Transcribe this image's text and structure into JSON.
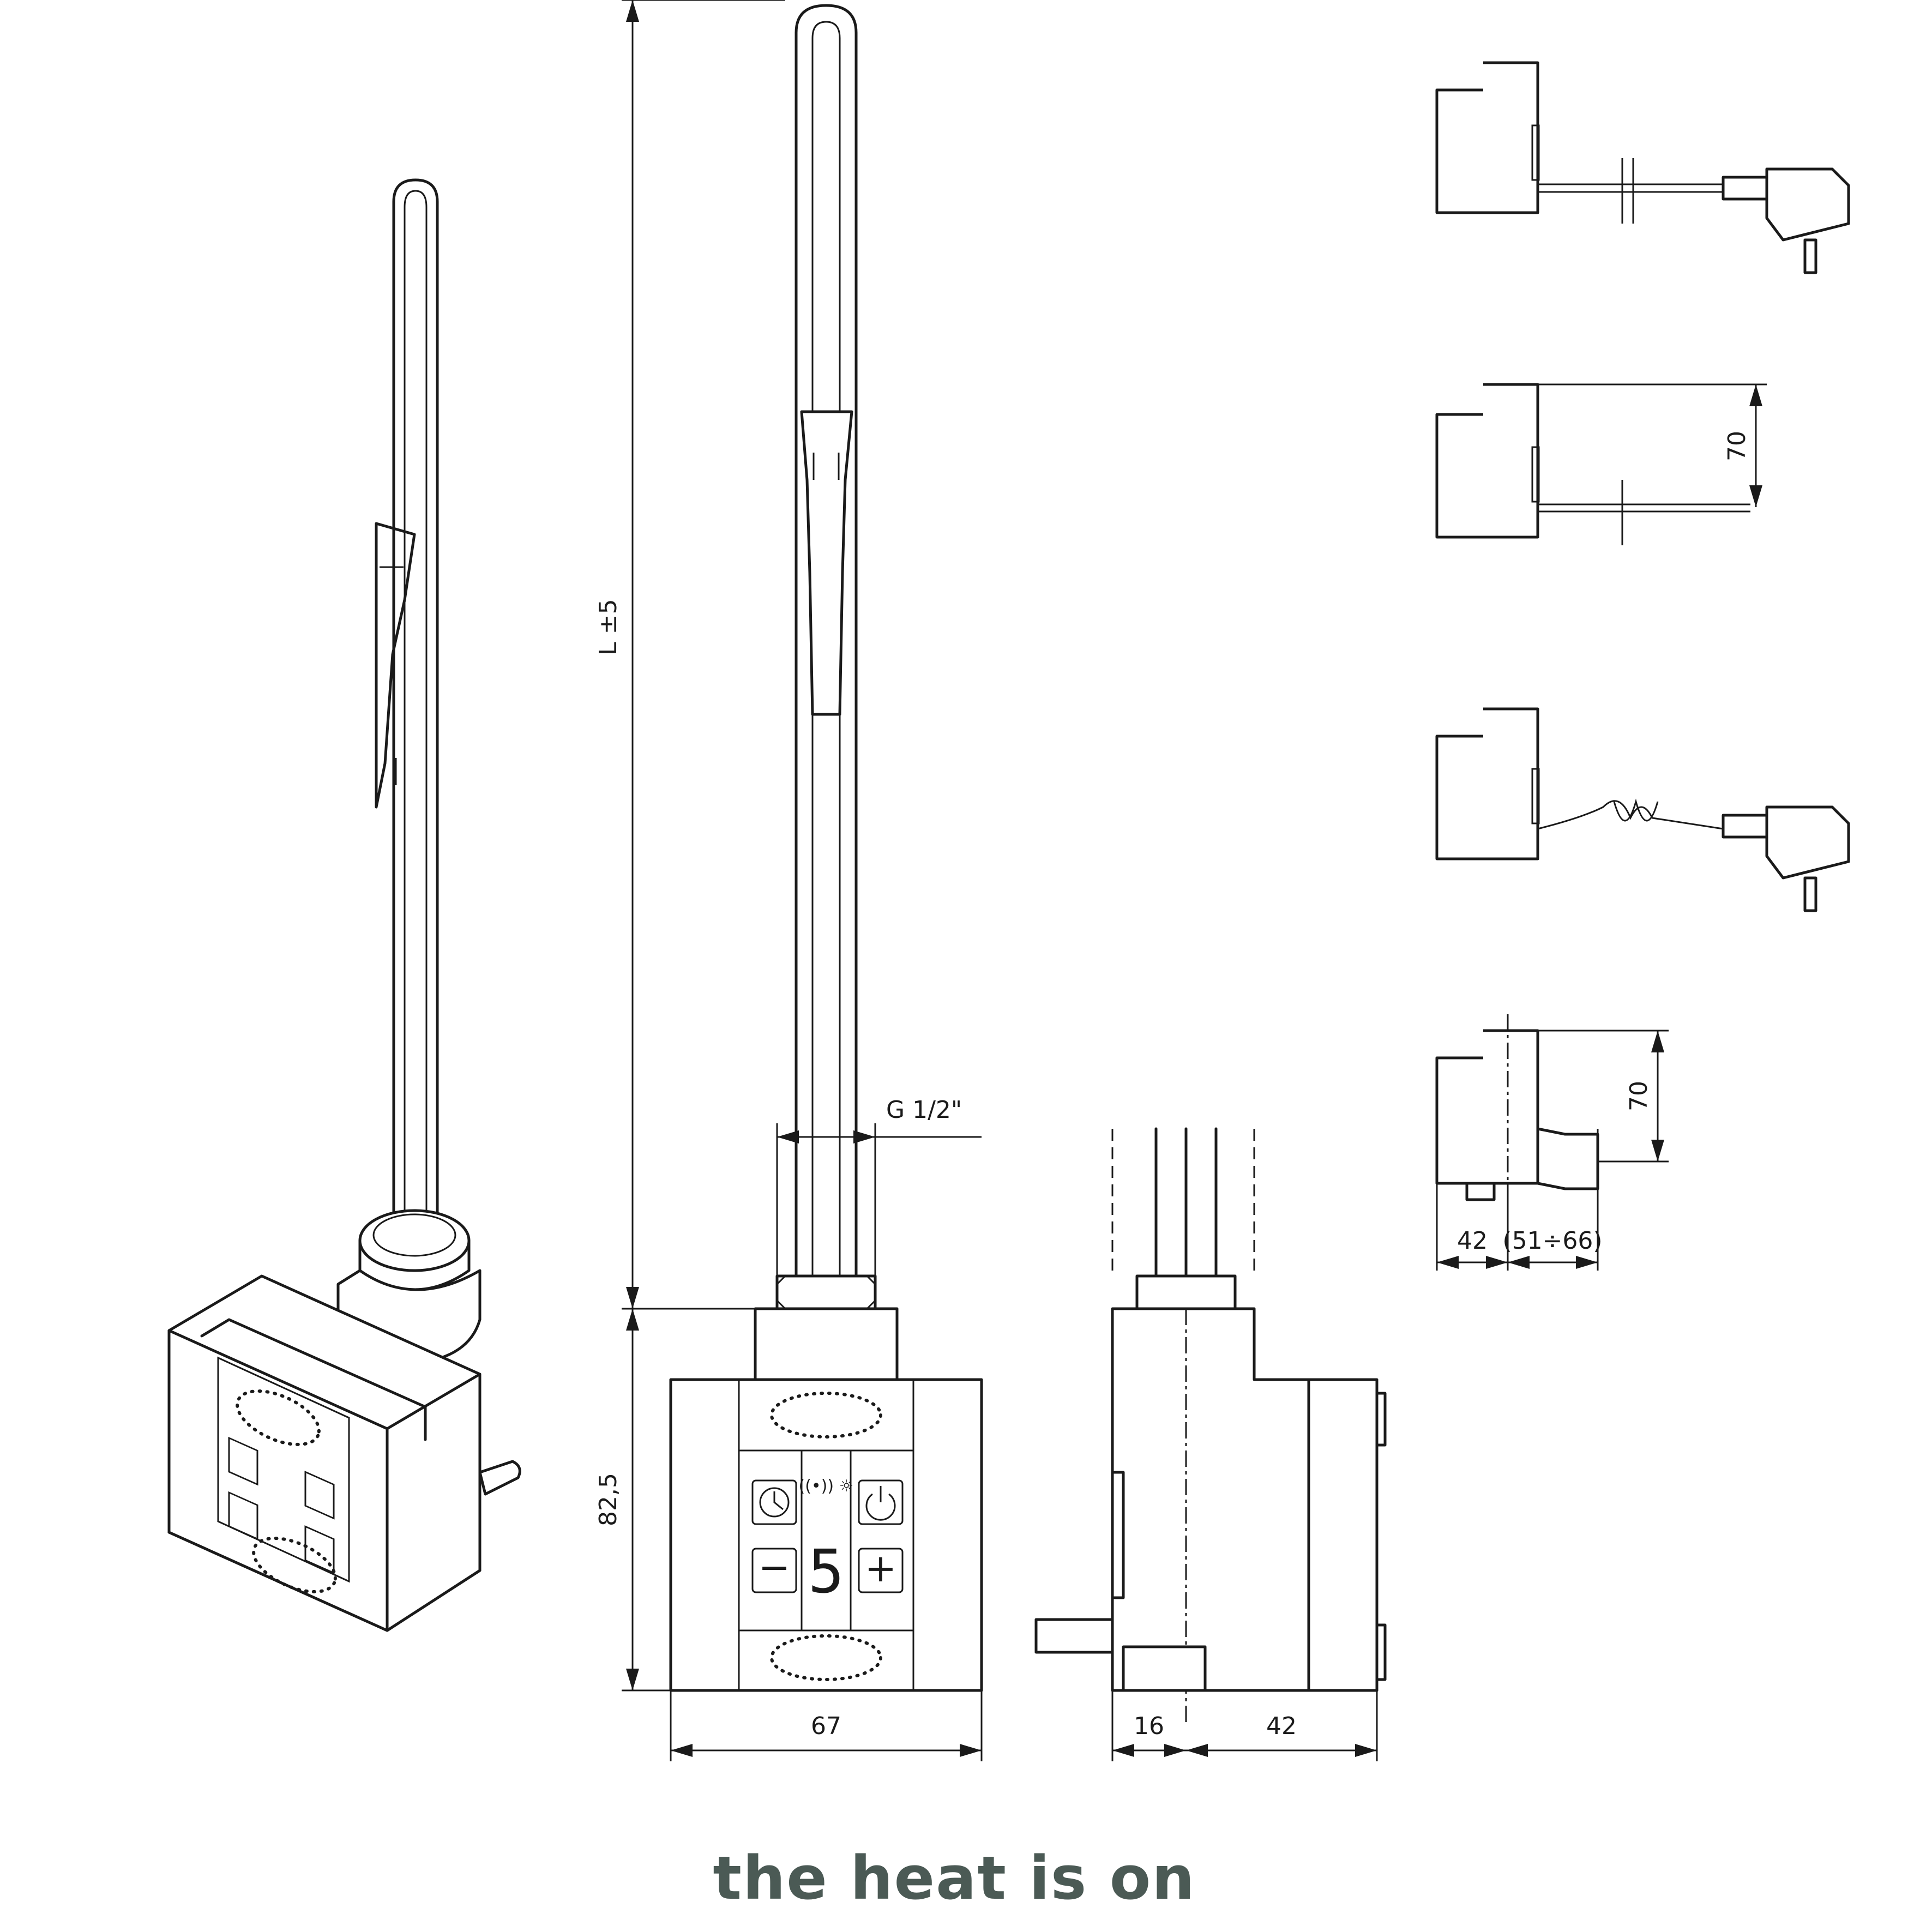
{
  "dimensions": {
    "length_label": "L ±5",
    "thread_label": "G 1/2\"",
    "body_height": "82,5",
    "body_width": "67",
    "side_offset": "16",
    "side_depth": "42",
    "cable_height_1": "70",
    "cable_height_2": "70",
    "socket_depth": "42",
    "socket_range": "(51÷66)"
  },
  "display": {
    "digit": "5",
    "minus": "−",
    "plus": "+"
  },
  "brand": {
    "text": "the heat is on",
    "color": "#4b5a55"
  }
}
